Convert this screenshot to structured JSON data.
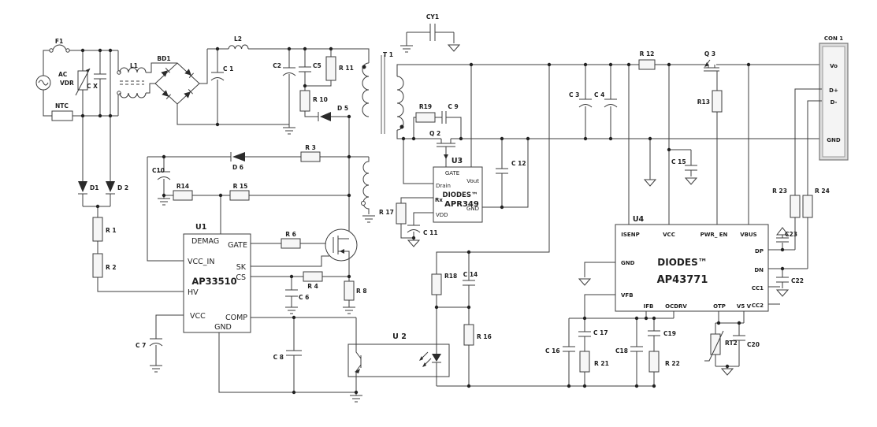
{
  "schematic": {
    "labels": {
      "f1": "F1",
      "ac": "AC",
      "vdr": "VDR",
      "cx": "C X",
      "ntc": "NTC",
      "l1": "L1",
      "bd1": "BD1",
      "c1": "C 1",
      "l2": "L2",
      "c2": "C2",
      "c5": "C5",
      "r11": "R 11",
      "r10": "R 10",
      "d5": "D 5",
      "t1": "T 1",
      "cy1": "CY1",
      "d1": "D1",
      "d2": "D 2",
      "r1": "R 1",
      "r2": "R 2",
      "c10": "C10",
      "d6": "D 6",
      "r3": "R 3",
      "r14": "R14",
      "r15": "R 15",
      "r6": "R 6",
      "r4": "R 4",
      "r8": "R 8",
      "c6": "C 6",
      "c7": "C 7",
      "c8": "C 8",
      "r19": "R19",
      "c9": "C 9",
      "q2": "Q 2",
      "c12": "C 12",
      "r17": "R 17",
      "c11": "C 11",
      "c3": "C 3",
      "c4": "C 4",
      "r12": "R 12",
      "q3": "Q 3",
      "r13": "R13",
      "c15": "C 15",
      "r18": "R18",
      "c14": "C 14",
      "r16": "R 16",
      "c16": "C 16",
      "c17": "C 17",
      "r21": "R 21",
      "c18": "C18",
      "c19": "C19",
      "r22": "R 22",
      "rt2": "RT2",
      "c20": "C20",
      "r23": "R 23",
      "r24": "R 24",
      "c23": "C23",
      "c22": "C22"
    },
    "u1": {
      "ref": "U1",
      "part": "AP33510",
      "pins": {
        "demag": "DEMAG",
        "gate": "GATE",
        "vcc_in": "VCC_IN",
        "sk": "SK",
        "cs": "CS",
        "hv": "HV",
        "vcc": "VCC",
        "comp": "COMP",
        "gnd": "GND"
      }
    },
    "u2": {
      "ref": "U 2"
    },
    "u3": {
      "ref": "U3",
      "brand": "DIODES™",
      "part": "APR349",
      "pins": {
        "gate": "GATE",
        "vout": "Vout",
        "drain": "Drain",
        "rx": "Rx",
        "vdd": "VDD",
        "gnd": "GND"
      }
    },
    "u4": {
      "ref": "U4",
      "brand": "DIODES™",
      "part": "AP43771",
      "pins": {
        "isenp": "ISENP",
        "vcc": "VCC",
        "pwr_en": "PWR_ EN",
        "vbus": "VBUS",
        "dp": "DP",
        "dn": "DN",
        "cc1": "CC1",
        "cc2": "CC2",
        "gnd": "GND",
        "vfb": "VFB",
        "ifb": "IFB",
        "ocdrv": "OCDRV",
        "otp": "OTP",
        "v5v": "V5 V"
      }
    },
    "con1": {
      "ref": "CON 1",
      "pins": {
        "vo": "Vo",
        "dplus": "D+",
        "dminus": "D-",
        "gnd": "GND"
      }
    },
    "colors": {
      "wire": "#3c3c3c",
      "text": "#1f1f1f",
      "connector_fill": "#dcdcdc"
    }
  }
}
